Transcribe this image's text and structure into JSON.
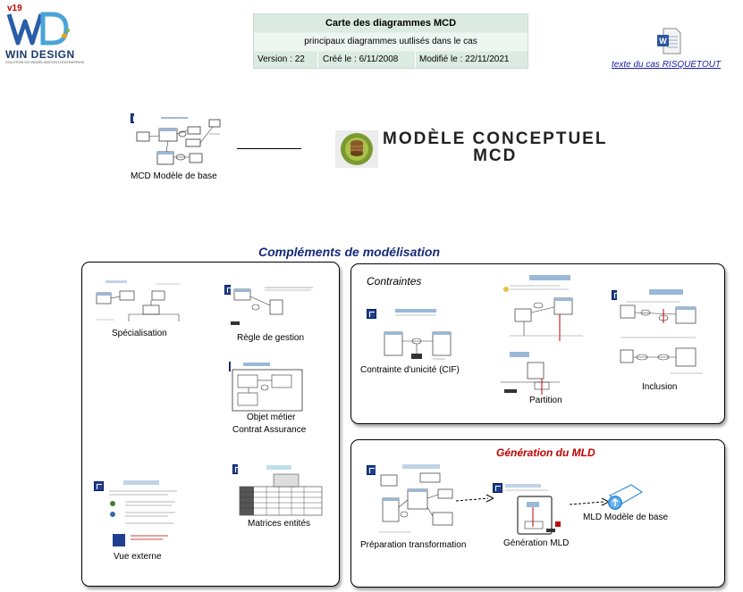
{
  "logo": {
    "version": "v19",
    "name": "WIN DESIGN",
    "tagline": "SOLUTION DE MODÉLISATION D'ENTREPRISE"
  },
  "header": {
    "title": "Carte des diagrammes MCD",
    "subtitle": "principaux diagrammes uutlisés dans le cas",
    "version": "Version : 22",
    "created": "Créé le : 6/11/2008",
    "modified": "Modifié le : 22/11/2021"
  },
  "case_link": "texte du cas RISQUETOUT",
  "main_model": {
    "label": "MCD Modèle de base"
  },
  "mcd_banner": {
    "line1": "MODÈLE CONCEPTUEL",
    "line2": "MCD"
  },
  "complements": {
    "title": "Compléments de modélisation",
    "items": {
      "specialisation": "Spécialisation",
      "regle": "Règle de gestion",
      "objet_line1": "Objet métier",
      "objet_line2": "Contrat Assurance",
      "matrices": "Matrices entités",
      "vue": "Vue externe"
    }
  },
  "contraintes": {
    "title": "Contraintes",
    "items": {
      "cif": "Contrainte d'unicité (CIF)",
      "partition": "Partition",
      "inclusion": "Inclusion"
    }
  },
  "generation": {
    "title": "Génération du MLD",
    "items": {
      "preparation": "Préparation transformation",
      "generation": "Génération MLD",
      "mld": "MLD Modèle de base"
    }
  },
  "colors": {
    "accent_blue": "#162a7a",
    "red": "#c00000",
    "header_bg": "#e6f0ea"
  }
}
